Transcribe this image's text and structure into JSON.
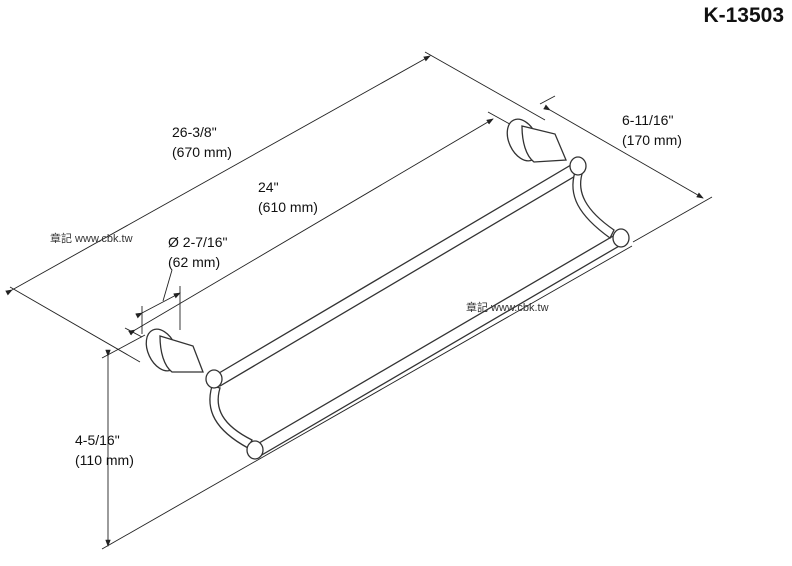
{
  "model_number": "K-13503",
  "dimensions": {
    "overall_length": {
      "imperial": "26-3/8\"",
      "metric": "(670 mm)"
    },
    "bar_length": {
      "imperial": "24\"",
      "metric": "(610 mm)"
    },
    "flange_diameter": {
      "imperial": "Ø 2-7/16\"",
      "metric": "(62 mm)"
    },
    "projection": {
      "imperial": "6-11/16\"",
      "metric": "(170 mm)"
    },
    "bar_spacing_height": {
      "imperial": "4-5/16\"",
      "metric": "(110 mm)"
    }
  },
  "watermark": "章記 www.cbk.tw"
}
